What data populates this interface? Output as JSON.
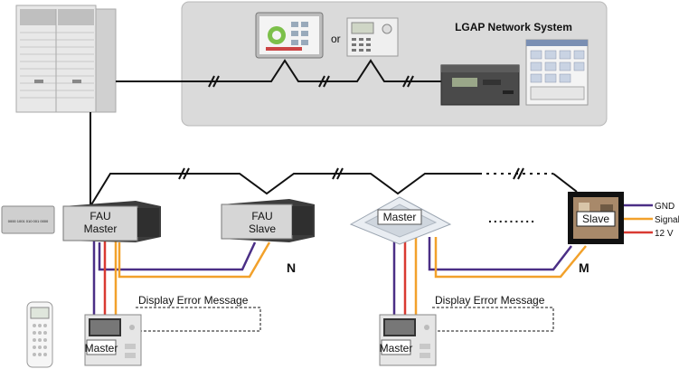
{
  "network_title": "LGAP Network System",
  "or_label": "or",
  "units": {
    "fau_master": [
      "FAU",
      "Master"
    ],
    "fau_slave": [
      "FAU",
      "Slave"
    ],
    "cassette_master": "Master",
    "slave_unit": "Slave"
  },
  "group_labels": {
    "n": "N",
    "m": "M"
  },
  "wire_labels": [
    "GND",
    "Signal",
    "12 V"
  ],
  "error_message": "Display Error Message",
  "controller_label": "Master",
  "gateway_strip_text": "0000 1001 010 001 0000",
  "colors": {
    "wire_purple": "#4b2f86",
    "wire_orange": "#f2a12b",
    "wire_red": "#d93a32",
    "network_panel": "#d9d9d9"
  }
}
